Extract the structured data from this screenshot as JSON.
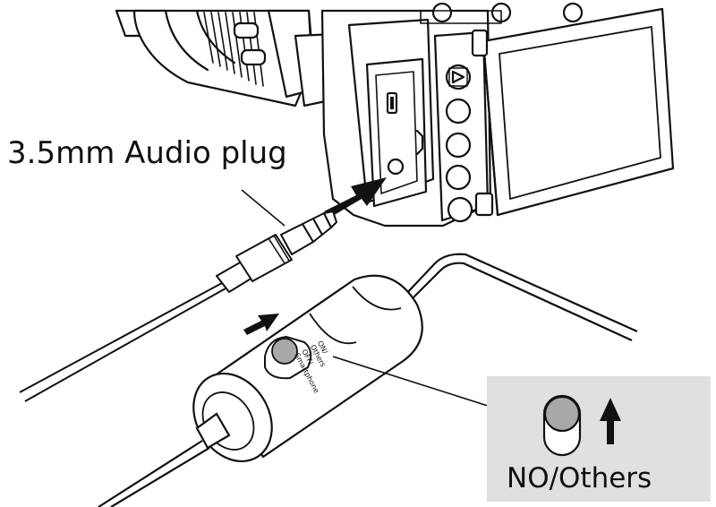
{
  "labels": {
    "plug_label": "3.5mm Audio plug",
    "switch_on": "ON/",
    "switch_on_others": "Others",
    "switch_off": "OFF/",
    "switch_off_smartphone": "Smartphone",
    "inset_caption": "NO/Others"
  },
  "colors": {
    "line": "#111111",
    "inset_background": "#e0e0e0",
    "switch_knob": "#a8a8a8"
  },
  "icons": {
    "insert_arrow": "arrow-right-icon",
    "slide_arrow": "arrow-right-icon",
    "up_arrow": "arrow-up-icon"
  }
}
